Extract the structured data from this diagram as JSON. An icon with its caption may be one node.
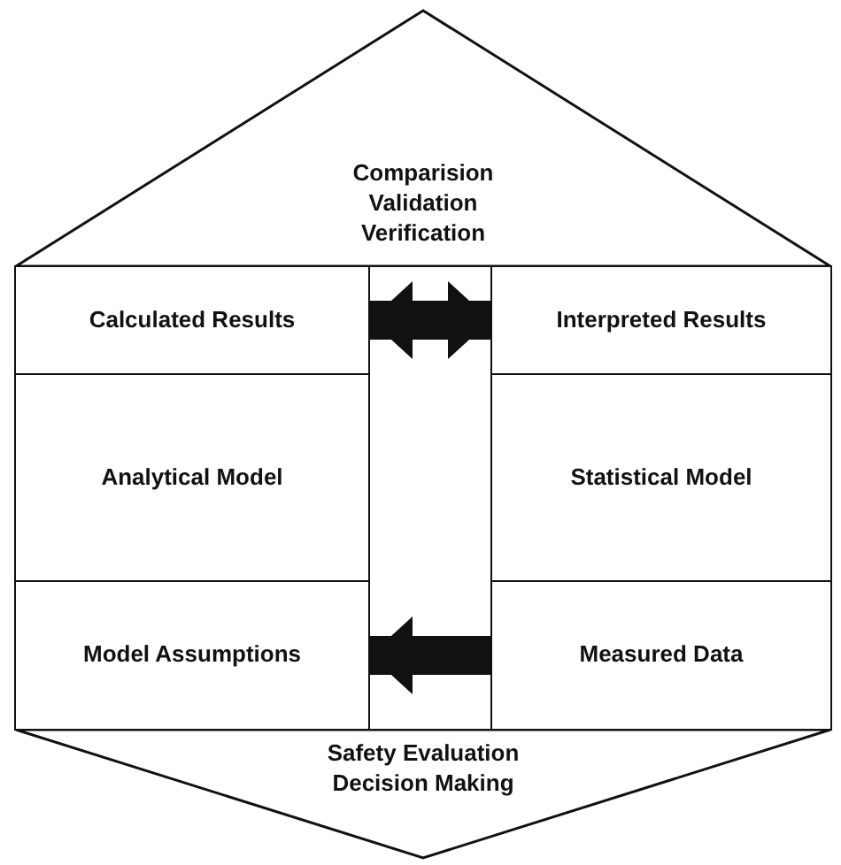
{
  "diagram": {
    "nodes": [
      {
        "text": [
          "Comparision Validation Verification"
        ]
      },
      {
        "text": [
          "Calculated Results"
        ]
      },
      {
        "text": [
          "Interpreted Results"
        ]
      },
      {
        "text": [
          "Analytical Model"
        ]
      },
      {
        "text": [
          "Statistical Model"
        ]
      },
      {
        "text": [
          "Model Assumptions"
        ]
      },
      {
        "text": [
          "Measured Data"
        ]
      },
      {
        "text": [
          "Safety Evaluation Decision Making"
        ]
      }
    ],
    "edges": [
      {
        "from": 1,
        "to": 2,
        "arrow": "both"
      },
      {
        "from": 6,
        "to": 5,
        "arrow": "to"
      }
    ]
  }
}
